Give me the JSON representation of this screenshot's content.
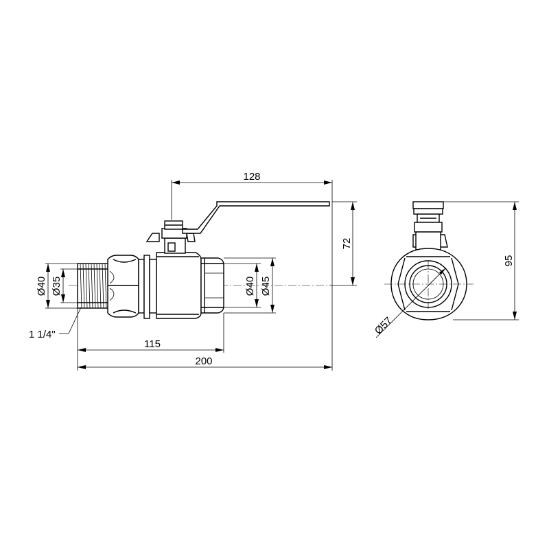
{
  "drawing": {
    "dimensions": {
      "overall_length": "200",
      "body_length": "115",
      "lever_length": "128",
      "height_to_axis": "72",
      "total_height": "95",
      "outer_diameter_left": "Ø40",
      "inner_diameter_left": "Ø35",
      "thread_size": "1 1/4\"",
      "inner_diameter_right": "Ø40",
      "outer_diameter_right": "Ø45",
      "end_view_diameter": "Ø57"
    }
  }
}
